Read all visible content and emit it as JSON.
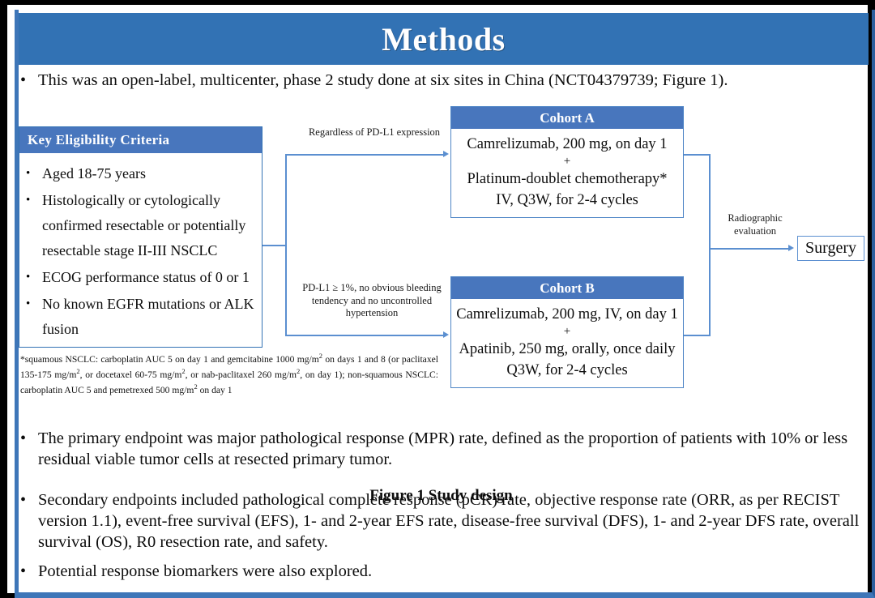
{
  "slide": {
    "title": "Methods",
    "accent_blue": "#3272b4",
    "box_header_blue": "#4876bd",
    "connector_blue": "#5b8fd0",
    "frame_color": "#3e76b8",
    "background": "#ffffff",
    "border_black": "#000000"
  },
  "intro_bullet": {
    "marker": "•",
    "text": "This was an open-label, multicenter, phase 2 study done at six sites in China (NCT04379739; Figure 1)."
  },
  "figure": {
    "caption": "Figure 1 Study design",
    "eligibility": {
      "header": "Key  Eligibility Criteria",
      "marker": "•",
      "items": [
        "Aged 18-75 years",
        "Histologically or cytologically confirmed resectable or potentially resectable stage II-III  NSCLC",
        "ECOG performance status of 0 or 1",
        "No known EGFR mutations or ALK fusion"
      ]
    },
    "footnote": "*squamous NSCLC: carboplatin AUC 5 on day 1 and gemcitabine 1000 mg/m² on days 1 and 8 (or paclitaxel 135-175  mg/m², or docetaxel 60-75 mg/m², or nab-paclitaxel 260 mg/m², on day 1); non-squamous NSCLC: carboplatin AUC 5 and pemetrexed 500 mg/m² on day 1",
    "annotations": {
      "top_branch": "Regardless  of PD-L1 expression",
      "bottom_branch": "PD-L1 ≥ 1%, no obvious bleeding tendency and no uncontrolled  hypertension",
      "right_branch": "Radiographic evaluation"
    },
    "cohort_a": {
      "header": "Cohort A",
      "line1": "Camrelizumab, 200 mg, on day 1",
      "plus": "+",
      "line2": "Platinum-doublet chemotherapy*",
      "line3": "IV, Q3W, for 2-4 cycles"
    },
    "cohort_b": {
      "header": "Cohort B",
      "line1": "Camrelizumab, 200 mg, IV, on day 1",
      "plus": "+",
      "line2": "Apatinib, 250 mg, orally, once daily",
      "line3": "Q3W, for 2-4 cycles"
    },
    "surgery": {
      "label": "Surgery"
    }
  },
  "endpoints": {
    "marker": "•",
    "primary": "The primary endpoint was major pathological response (MPR) rate, defined as the proportion of patients with 10% or less residual viable tumor cells at resected primary tumor.",
    "secondary": "Secondary endpoints included pathological complete response (pCR) rate, objective response rate (ORR, as per RECIST version 1.1), event-free survival (EFS), 1- and 2-year EFS rate, disease-free survival (DFS), 1- and 2-year DFS rate, overall survival (OS), R0 resection rate, and safety.",
    "biomarkers": "Potential response biomarkers were also explored."
  }
}
